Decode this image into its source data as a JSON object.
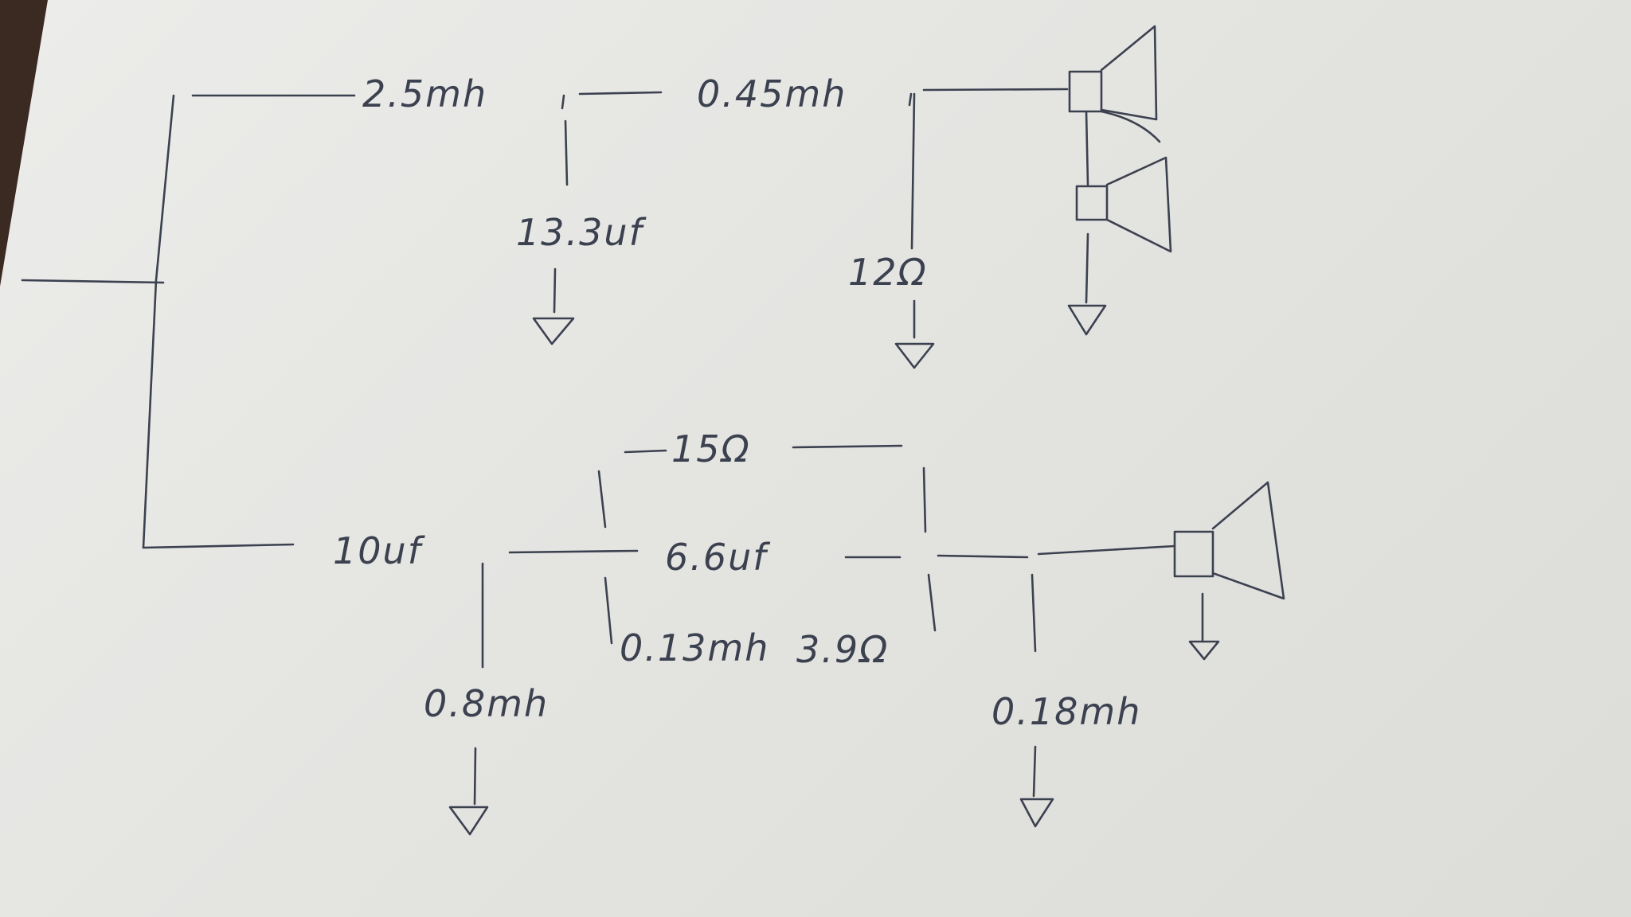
{
  "labels": {
    "l_2_5mh": "2.5mh",
    "l_0_45mh": "0.45mh",
    "l_13_3uf": "13.3uf",
    "l_12ohm": "12Ω",
    "l_15ohm": "15Ω",
    "l_10uf": "10uf",
    "l_6_6uf": "6.6uf",
    "l_0_13mh": "0.13mh",
    "l_3_9ohm": "3.9Ω",
    "l_0_8mh": "0.8mh",
    "l_0_18mh": "0.18mh"
  }
}
